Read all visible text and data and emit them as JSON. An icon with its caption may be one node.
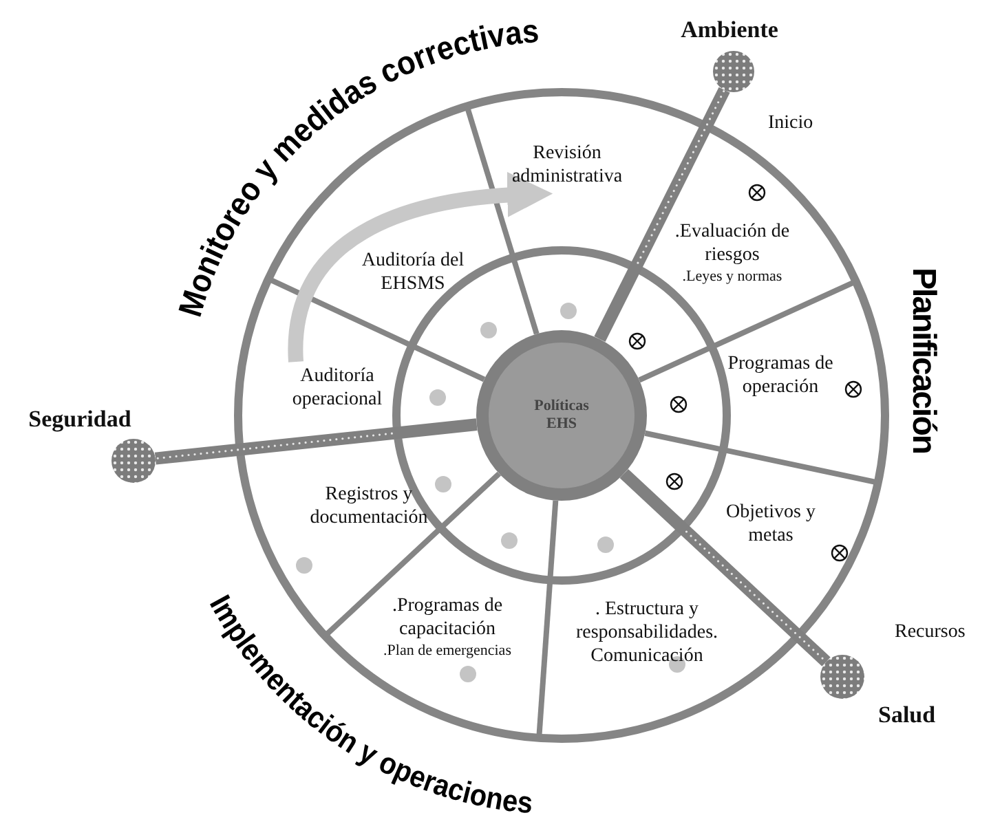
{
  "diagram": {
    "nodes": [
      {
        "text": [
          "Políticas EHS"
        ]
      },
      {
        "text": [
          "Revisión administrativa"
        ]
      },
      {
        "text": [
          ".Evaluación de riesgos",
          ".Leyes y normas"
        ]
      },
      {
        "text": [
          "Programas de operación"
        ]
      },
      {
        "text": [
          "Objetivos y metas"
        ]
      },
      {
        "text": [
          ". Estructura y responsabilidades. Comunicación"
        ]
      },
      {
        "text": [
          ".Programas de capacitación",
          ".Plan de emergencias"
        ]
      },
      {
        "text": [
          "Registros y documentación"
        ]
      },
      {
        "text": [
          "Auditoría operacional"
        ]
      },
      {
        "text": [
          "Auditoría del EHSMS"
        ]
      },
      {
        "text": [],
        "shape": "circle",
        "beside": [
          "Ambiente"
        ]
      },
      {
        "text": [],
        "shape": "circle",
        "beside": [
          "Salud"
        ]
      },
      {
        "text": [],
        "shape": "circle",
        "beside": [
          "Seguridad"
        ]
      }
    ],
    "edges": [
      {
        "from": 0,
        "to": 10,
        "arrow": "none"
      },
      {
        "from": 0,
        "to": 11,
        "arrow": "none"
      },
      {
        "from": 0,
        "to": 12,
        "arrow": "none"
      },
      {
        "from": 8,
        "to": 1,
        "arrow": "to",
        "color": "#c8c8c8"
      }
    ],
    "labels": [
      "Monitoreo y medidas correctivas",
      "Inicio",
      "Planificación",
      "Recursos",
      "Implementación y operaciones"
    ]
  }
}
